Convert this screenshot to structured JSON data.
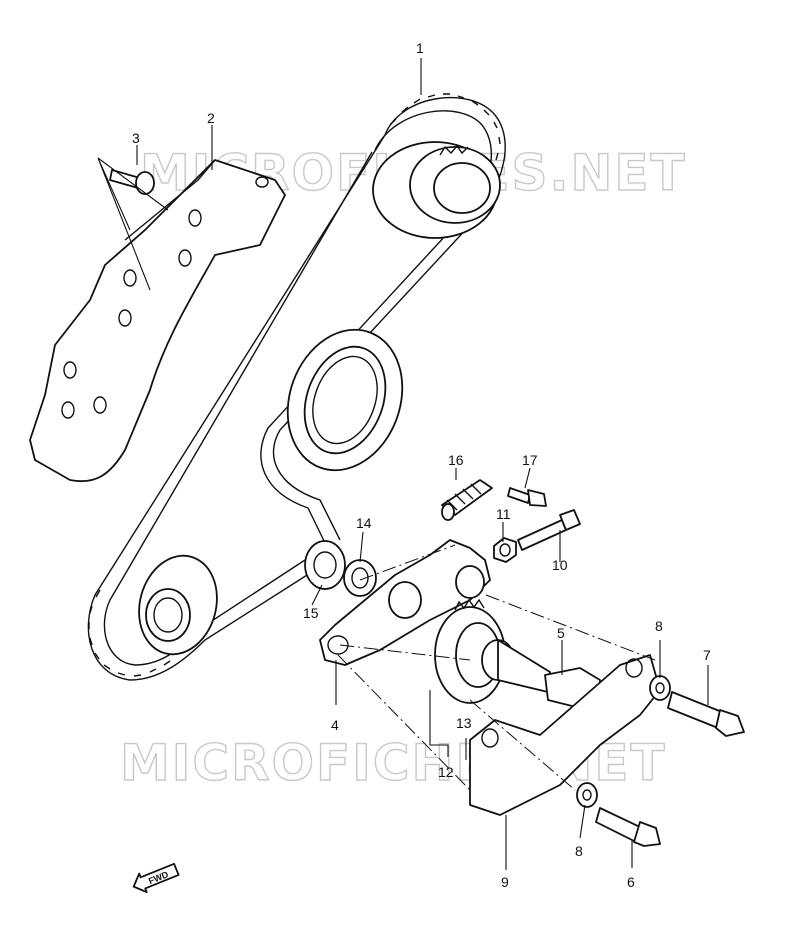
{
  "watermark": {
    "top": "MICROFICHES.NET",
    "bottom": "MICROFICHES.NET"
  },
  "direction_marker": "FWD",
  "callouts": {
    "p1": "1",
    "p2": "2",
    "p3": "3",
    "p4": "4",
    "p5": "5",
    "p6": "6",
    "p7": "7",
    "p8a": "8",
    "p8b": "8",
    "p9": "9",
    "p10": "10",
    "p11": "11",
    "p12": "12",
    "p13": "13",
    "p14": "14",
    "p15": "15",
    "p16": "16",
    "p17": "17"
  }
}
